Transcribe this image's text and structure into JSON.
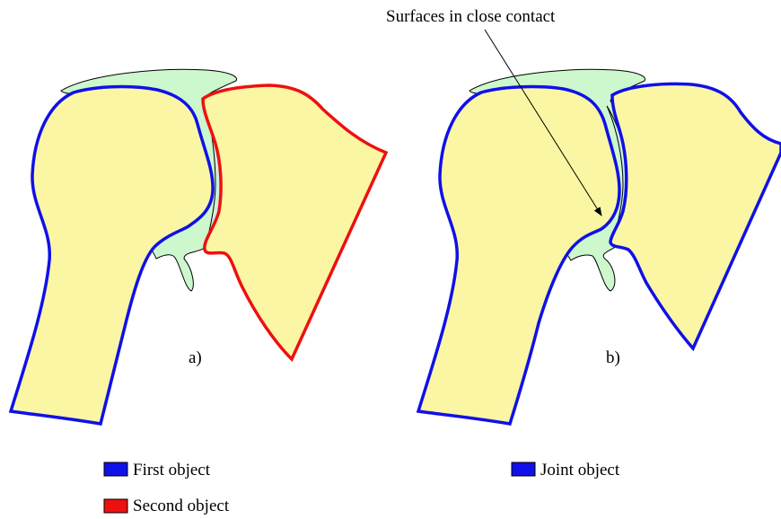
{
  "annotation": "Surfaces in close contact",
  "panels": [
    {
      "label": "a)"
    },
    {
      "label": "b)"
    }
  ],
  "legend": [
    {
      "text": "First object",
      "color": "#1010e8"
    },
    {
      "text": "Second object",
      "color": "#ee1010"
    },
    {
      "text": "Joint object",
      "color": "#1010e8"
    }
  ],
  "colors": {
    "bone_fill": "#fbf6a3",
    "cartilage_fill": "#cdf7cc",
    "first_outline": "#1010e8",
    "second_outline": "#ee1010",
    "thin_line": "#000000"
  }
}
